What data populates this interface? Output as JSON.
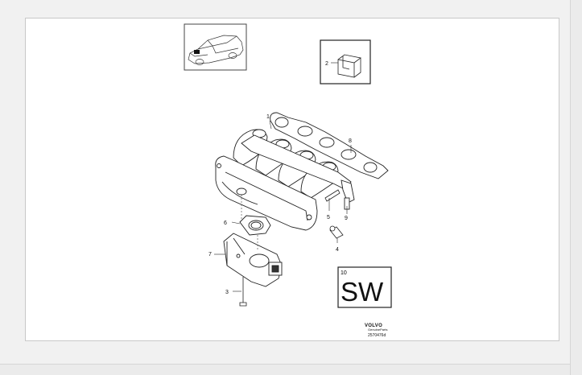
{
  "callouts": {
    "c1": "1",
    "c2": "2",
    "c3": "3",
    "c4": "4",
    "c5": "5",
    "c6": "6",
    "c7": "7",
    "c8": "8",
    "c9": "9",
    "c10": "10"
  },
  "sw_box": {
    "number": "10",
    "text": "SW"
  },
  "footer": {
    "brand": "VOLVO",
    "sub": "GenuineParts",
    "code": "2570476d"
  }
}
